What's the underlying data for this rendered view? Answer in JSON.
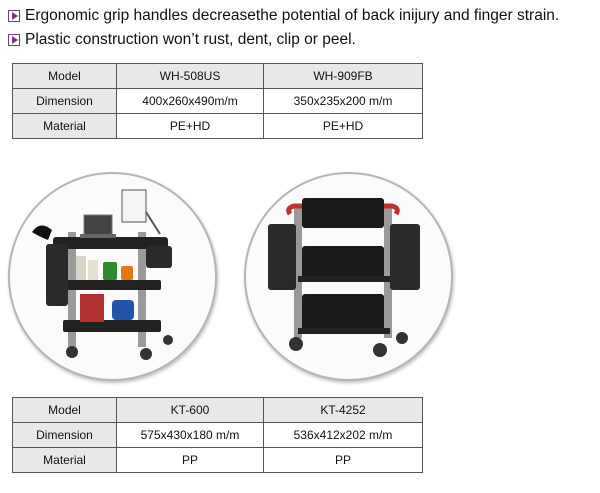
{
  "bullets": [
    "Ergonomic grip handles decreasethe potential of back inijury and finger strain.",
    "Plastic construction won’t rust, dent, clip or peel."
  ],
  "table_top": {
    "header": [
      "Model",
      "WH-508US",
      "WH-909FB"
    ],
    "rows": [
      [
        "Dimension",
        "400x260x490m/m",
        "350x235x200 m/m"
      ],
      [
        "Material",
        "PE+HD",
        "PE+HD"
      ]
    ]
  },
  "table_bottom": {
    "header": [
      "Model",
      "KT-600",
      "KT-4252"
    ],
    "rows": [
      [
        "Dimension",
        "575x430x180 m/m",
        "536x412x202 m/m"
      ],
      [
        "Material",
        "PP",
        "PP"
      ]
    ]
  },
  "colors": {
    "bullet_accent": "#7a3a7a",
    "header_bg": "#e8e8e8"
  }
}
